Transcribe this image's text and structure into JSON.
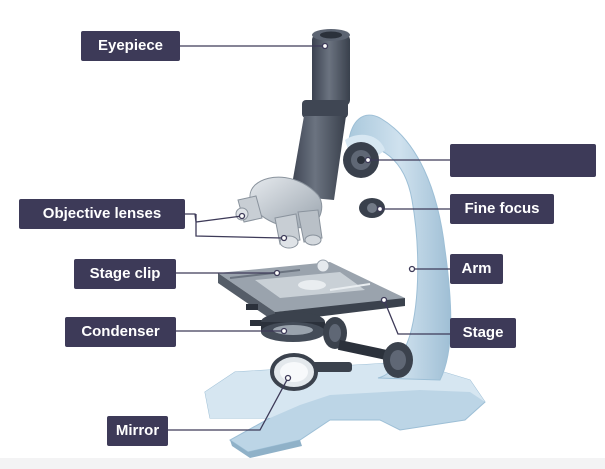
{
  "colors": {
    "label_bg": "#3d3a58",
    "label_text": "#ffffff",
    "leader": "#3d3a58",
    "body_light": "#bcd5e6",
    "body_mid": "#9dbfd6",
    "tube_dark": "#4b5563",
    "metal": "#2e3440"
  },
  "labels": {
    "eyepiece": "Eyepiece",
    "objective_lenses": "Objective lenses",
    "stage_clip": "Stage clip",
    "condenser": "Condenser",
    "mirror": "Mirror",
    "coarse_focus_hidden": "",
    "fine_focus": "Fine focus",
    "arm": "Arm",
    "stage": "Stage"
  }
}
